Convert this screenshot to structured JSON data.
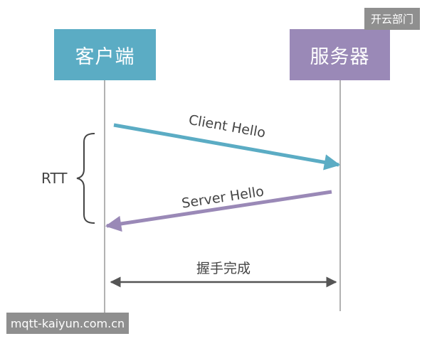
{
  "actors": {
    "client": "客户端",
    "server": "服务器"
  },
  "messages": {
    "client_hello": "Client Hello",
    "server_hello": "Server Hello",
    "complete": "握手完成"
  },
  "rtt_label": "RTT",
  "watermarks": {
    "top": "开云部门",
    "bottom": "mqtt-kaiyun.com.cn"
  },
  "colors": {
    "client": "#5bacc4",
    "server": "#9a89b7",
    "lifeline": "#888888",
    "client_hello_arrow": "#5bacc4",
    "server_hello_arrow": "#9a89b7",
    "complete_arrow": "#555555"
  }
}
